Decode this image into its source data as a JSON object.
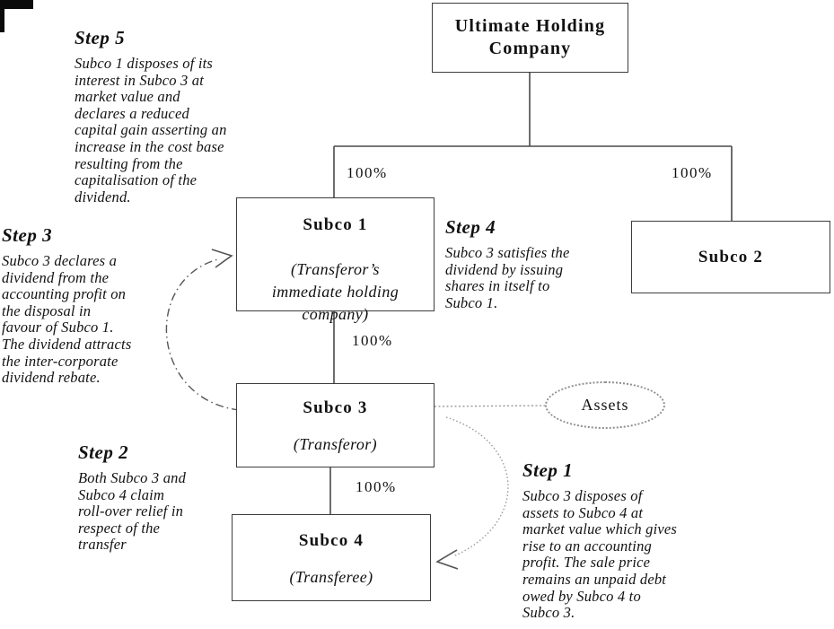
{
  "diagram": {
    "background_color": "#ffffff",
    "line_color": "#4a4a4a",
    "dotted_line_color": "#9a9a9a",
    "text_color": "#111111"
  },
  "nodes": {
    "ultimate": {
      "title": "Ultimate Holding\nCompany"
    },
    "subco1": {
      "title": "Subco 1",
      "subtitle": "(Transferor’s\nimmediate holding\ncompany)"
    },
    "subco2": {
      "title": "Subco 2"
    },
    "subco3": {
      "title": "Subco 3",
      "subtitle": "(Transferor)"
    },
    "subco4": {
      "title": "Subco 4",
      "subtitle": "(Transferee)"
    },
    "assets": {
      "title": "Assets"
    }
  },
  "labels": {
    "ownership": "100%"
  },
  "steps": {
    "step1": {
      "heading": "Step 1",
      "body": "Subco 3 disposes of\nassets to Subco 4 at\nmarket value which gives\nrise to an accounting\nprofit.  The sale price\nremains an unpaid debt\nowed by Subco 4 to\nSubco 3."
    },
    "step2": {
      "heading": "Step 2",
      "body": "Both Subco 3 and\nSubco 4 claim\nroll-over relief in\nrespect of the\ntransfer"
    },
    "step3": {
      "heading": "Step 3",
      "body": "Subco 3 declares a\ndividend from the\naccounting profit on\nthe disposal in\nfavour of Subco 1.\nThe dividend attracts\nthe inter-corporate\ndividend rebate."
    },
    "step4": {
      "heading": "Step 4",
      "body": "Subco 3 satisfies the\ndividend by issuing\nshares in itself to\nSubco 1."
    },
    "step5": {
      "heading": "Step 5",
      "body": "Subco 1 disposes of its\ninterest in Subco 3 at\nmarket value and\ndeclares a reduced\ncapital gain asserting an\nincrease in the cost base\nresulting from the\ncapitalisation of the\ndividend."
    }
  }
}
